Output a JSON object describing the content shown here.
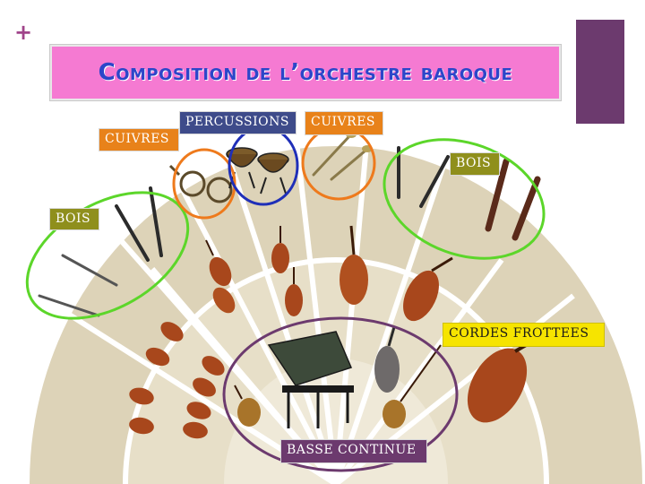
{
  "title": "Composition de l’orchestre baroque",
  "decor": {
    "plus": "+"
  },
  "groups": {
    "bois_left": "BOIS",
    "cuivres_left": "CUIVRES",
    "percussions": "PERCUSSIONS",
    "cuivres_right": "CUIVRES",
    "bois_right": "BOIS",
    "cordes": "CORDES FROTTEES",
    "basse": "BASSE CONTINUE"
  },
  "colors": {
    "title_bg": "#f57ad2",
    "title_text": "#2c46c9",
    "stage": "#ddd3b8",
    "bois_ring": "#5cd62a",
    "cuivres_ring": "#ee7a1c",
    "percussion_ring": "#1f2fb8",
    "basse_ring": "#6c3a6e"
  }
}
